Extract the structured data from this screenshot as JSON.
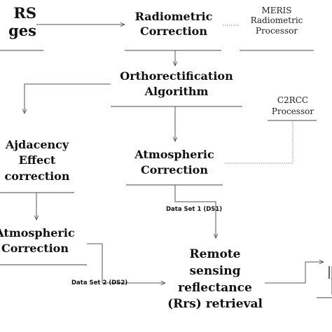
{
  "nodes": {
    "rs_images": {
      "lines": [
        "RS",
        "ges"
      ]
    },
    "radiometric": {
      "lines": [
        "Radiometric",
        "Correction"
      ]
    },
    "meris": {
      "lines": [
        "MERIS",
        "Radiometric",
        "Processor"
      ]
    },
    "ortho": {
      "lines": [
        "Orthorectification",
        "Algorithm"
      ]
    },
    "c2rcc": {
      "lines": [
        "C2RCC",
        "Processor"
      ]
    },
    "adjacency": {
      "lines": [
        "Ajdacency",
        "Effect",
        "correction"
      ]
    },
    "atmos_center": {
      "lines": [
        "Atmospheric",
        "Correction"
      ]
    },
    "atmos_left": {
      "lines": [
        "Atmospheric",
        "Correction"
      ]
    },
    "rrs": {
      "lines": [
        "Remote",
        "sensing",
        "reflectance",
        "(Rrs) retrieval"
      ]
    }
  },
  "edges": {
    "ds1_label": "Data Set 1 (DS1)",
    "ds2_label": "Data Set 2 (DS2)"
  }
}
